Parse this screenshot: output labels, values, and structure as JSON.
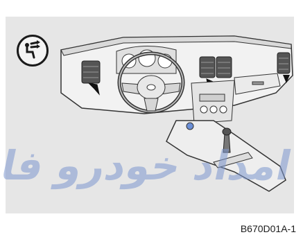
{
  "figure": {
    "code": "B670D01A-1",
    "watermark_text": "امداد خودرو فارما",
    "mode_icon": "face-vent-airflow-icon",
    "subject": "dashboard-air-vents",
    "colors": {
      "background": "#e6e6e6",
      "line": "#1a1a1a",
      "watermark": "#7d97cf"
    }
  }
}
